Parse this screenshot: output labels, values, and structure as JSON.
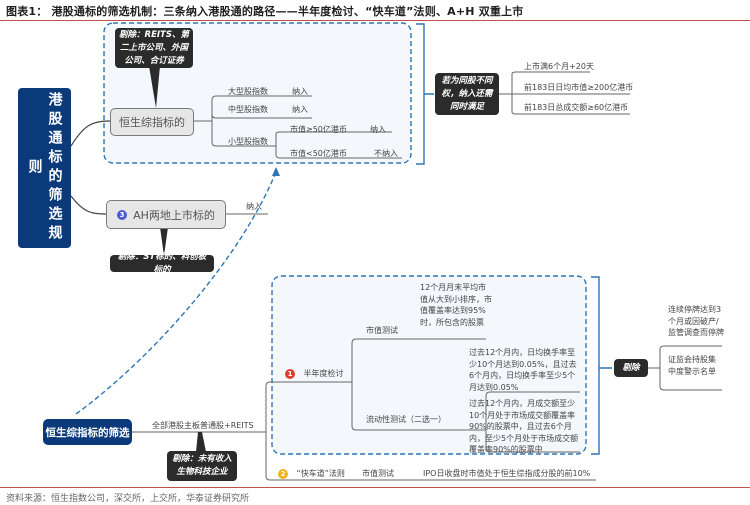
{
  "header": {
    "title": "图表1：  港股通标的筛选机制：三条纳入港股通的路径——半年度检讨、“快车道”法则、A+H 双重上市"
  },
  "colors": {
    "root_node": "#0b3a7a",
    "callout": "#2b2b2b",
    "dashed_group": "#2e75b6",
    "accent_rule": "#c0504d",
    "badge_1": "#e03c31",
    "badge_2": "#f2b21c",
    "badge_3": "#4a5bd4"
  },
  "root": {
    "label": "港股通标的筛选规则"
  },
  "hs_composite_branch": {
    "node": "恒生综指标的",
    "exclusion_callout": "剔除：REITS、第二上市公司、外国公司、合订证券",
    "children": [
      {
        "label": "大型股指数",
        "result": "纳入"
      },
      {
        "label": "中型股指数",
        "result": "纳入"
      },
      {
        "label": "小型股指数",
        "children": [
          {
            "label": "市值≥50亿港币",
            "result": "纳入"
          },
          {
            "label": "市值<50亿港币",
            "result": "不纳入"
          }
        ]
      }
    ],
    "group_condition": {
      "callout": "若为同股不同权，纳入还需同时满足",
      "items": [
        "上市满6个月+20天",
        "前183日日均市值≥200亿港币",
        "前183日总成交额≥60亿港币"
      ]
    }
  },
  "ah_branch": {
    "badge": "3",
    "node": "AH两地上市标的",
    "result": "纳入",
    "exclusion_callout": "剔除：ST标的、科创板标的"
  },
  "hs_screening": {
    "node": "恒生综指标的筛选",
    "edge_label": "全部港股主板普通股+REITS",
    "exclusion_callout": "剔除：未有收入生物科技企业",
    "semiannual": {
      "badge": "1",
      "label": "半年度检讨",
      "market_cap_test": {
        "label": "市值测试",
        "rule": "12个月月末平均市值从大到小排序，市值覆盖率达到95%时，所包含的股票"
      },
      "liquidity_test": {
        "label": "流动性测试（二选一）",
        "options": [
          "过去12个月内，日均换手率至少10个月达到0.05%，且过去6个月内，日均换手率至少5个月达到0.05%",
          "过去12个月内，月成交额至少10个月处于市场成交额覆盖率90%的股票中，且过去6个月内，至少5个月处于市场成交额覆盖率90%的股票中"
        ]
      },
      "removal": {
        "callout": "剔除",
        "items": [
          "连续停牌达到3个月或因破产/监管调查而停牌",
          "证监会持股集中度警示名单"
        ]
      }
    },
    "fast_track": {
      "badge": "2",
      "label": "“快车道”法则",
      "test": "市值测试",
      "rule": "IPO日收盘时市值处于恒生综指成分股的前10%"
    }
  },
  "footer": {
    "source": "资料来源：恒生指数公司，深交所，上交所，华泰证券研究所"
  }
}
